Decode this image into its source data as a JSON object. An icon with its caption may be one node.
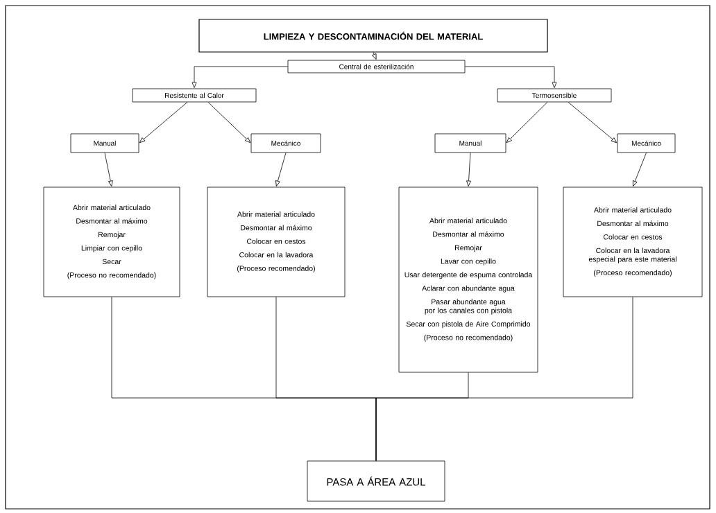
{
  "diagram": {
    "nodes": [
      {
        "text": [
          "LIMPIEZA Y DESCONTAMINACIÓN DEL MATERIAL"
        ]
      },
      {
        "text": [
          "Central de esterilización"
        ]
      },
      {
        "text": [
          "Resistente al Calor"
        ]
      },
      {
        "text": [
          "Termosensible"
        ]
      },
      {
        "text": [
          "Manual"
        ]
      },
      {
        "text": [
          "Mecánico"
        ]
      },
      {
        "text": [
          "Manual"
        ]
      },
      {
        "text": [
          "Mecánico"
        ]
      },
      {
        "text": [
          "Abrir material articulado",
          "Desmontar al máximo",
          "Remojar",
          "Limpiar con cepillo",
          "Secar",
          "(Proceso no recomendado)"
        ]
      },
      {
        "text": [
          "Abrir material articulado",
          "Desmontar al máximo",
          "Colocar en cestos",
          "Colocar en la lavadora",
          "(Proceso recomendado)"
        ]
      },
      {
        "text": [
          "Abrir material articulado",
          "Desmontar al máximo",
          "Remojar",
          "Lavar con cepillo",
          "Usar detergente de espuma controlada",
          "Aclarar con abundante agua",
          "Pasar abundante agua por los canales con pistola",
          "Secar con pistola de Aire Comprimido",
          "(Proceso no recomendado)"
        ]
      },
      {
        "text": [
          "Abrir material articulado",
          "Desmontar al máximo",
          "Colocar en cestos",
          "Colocar en la lavadora especial para este material",
          "(Proceso recomendado)"
        ]
      },
      {
        "text": [
          "PASA A ÁREA AZUL"
        ]
      }
    ],
    "edges": [
      {
        "from": 0,
        "to": 1,
        "arrow": "to"
      },
      {
        "from": 1,
        "to": 2,
        "arrow": "to"
      },
      {
        "from": 1,
        "to": 3,
        "arrow": "to"
      },
      {
        "from": 2,
        "to": 4,
        "arrow": "to"
      },
      {
        "from": 2,
        "to": 5,
        "arrow": "to"
      },
      {
        "from": 3,
        "to": 6,
        "arrow": "to"
      },
      {
        "from": 3,
        "to": 7,
        "arrow": "to"
      },
      {
        "from": 4,
        "to": 8,
        "arrow": "to"
      },
      {
        "from": 5,
        "to": 9,
        "arrow": "to"
      },
      {
        "from": 6,
        "to": 10,
        "arrow": "to"
      },
      {
        "from": 7,
        "to": 11,
        "arrow": "to"
      },
      {
        "from": 8,
        "to": 12,
        "arrow": "none"
      },
      {
        "from": 9,
        "to": 12,
        "arrow": "none"
      },
      {
        "from": 10,
        "to": 12,
        "arrow": "none"
      },
      {
        "from": 11,
        "to": 12,
        "arrow": "none"
      }
    ]
  }
}
